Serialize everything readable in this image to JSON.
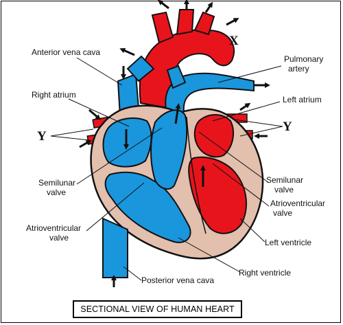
{
  "labels": {
    "anterior_vena_cava": "Anterior vena cava",
    "x_mark": "X",
    "pulmonary_artery_line1": "Pulmonary",
    "pulmonary_artery_line2": "artery",
    "right_atrium": "Right atrium",
    "left_atrium": "Left atrium",
    "y_left": "Y",
    "y_right": "Y",
    "semilunar_valve_left_line1": "Semilunar",
    "semilunar_valve_left_line2": "valve",
    "semilunar_valve_right_line1": "Semilunar",
    "semilunar_valve_right_line2": "valve",
    "atrioventricular_valve_left_line1": "Atrioventricular",
    "atrioventricular_valve_left_line2": "valve",
    "atrioventricular_valve_right_line1": "Atrioventricular",
    "atrioventricular_valve_right_line2": "valve",
    "left_ventricle": "Left ventricle",
    "right_ventricle": "Right ventricle",
    "posterior_vena_cava": "Posterior vena cava"
  },
  "caption": "SECTIONAL VIEW OF HUMAN HEART",
  "colors": {
    "oxygenated": "#e8141c",
    "deoxygenated": "#1a96dc",
    "tissue": "#e3bfae",
    "outline": "#111111"
  }
}
